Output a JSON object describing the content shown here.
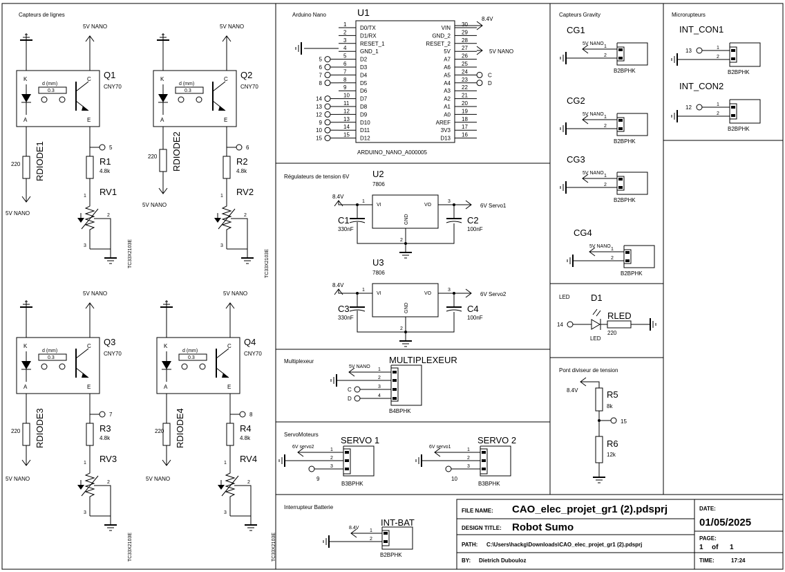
{
  "sections": {
    "capteurs_lignes": "Capteurs de lignes",
    "arduino_nano": "Arduino Nano",
    "capteurs_gravity": "Capteurs Gravity",
    "microrupteurs": "Microrupteurs",
    "regulateurs": "Régulateurs de tension 6V",
    "led": "LED",
    "multiplexeur": "Multiplexeur",
    "pont_diviseur": "Pont diviseur de tension",
    "servomoteurs": "ServoMoteurs",
    "interrupteur_batterie": "Interrupteur Batterie"
  },
  "common": {
    "net_5v_nano": "5V NANO",
    "net_8v4": "8.4V",
    "net_6v_servo1": "6V Servo1",
    "net_6v_servo2": "6V Servo2",
    "net_6v_servo2_lower": "6V servo2",
    "net_6v_servo1_lower": "6V servo1",
    "cny70": "CNY70",
    "pot_part": "TC33X2103E",
    "b2bphk": "B2BPHK",
    "b3bphk": "B3BPHK",
    "b4bphk": "B4BPHK",
    "d_mm": "d (mm)",
    "d_val": "0.3",
    "k": "K",
    "a": "A",
    "c": "C",
    "e": "E",
    "gnd": "GND",
    "vi": "VI",
    "vo": "VO",
    "part_7806": "7806",
    "r220": "220",
    "r4k8": "4.8k",
    "c330": "330nF",
    "c100": "100nF",
    "n1": "1",
    "n2": "2",
    "n3": "3",
    "n4": "4"
  },
  "sensors": [
    {
      "q": "Q1",
      "rdiode": "RDIODE1",
      "r": "R1",
      "rv": "RV1",
      "net": "5"
    },
    {
      "q": "Q2",
      "rdiode": "RDIODE2",
      "r": "R2",
      "rv": "RV2",
      "net": "6"
    },
    {
      "q": "Q3",
      "rdiode": "RDIODE3",
      "r": "R3",
      "rv": "RV3",
      "net": "7"
    },
    {
      "q": "Q4",
      "rdiode": "RDIODE4",
      "r": "R4",
      "rv": "RV4",
      "net": "8"
    }
  ],
  "arduino": {
    "ref": "U1",
    "part": "ARDUINO_NANO_A000005",
    "left_pins": [
      {
        "num": "1",
        "name": "D0/TX",
        "net": ""
      },
      {
        "num": "2",
        "name": "D1/RX",
        "net": ""
      },
      {
        "num": "3",
        "name": "RESET_1",
        "net": ""
      },
      {
        "num": "4",
        "name": "GND_1",
        "net": ""
      },
      {
        "num": "5",
        "name": "D2",
        "net": "5"
      },
      {
        "num": "6",
        "name": "D3",
        "net": "6"
      },
      {
        "num": "7",
        "name": "D4",
        "net": "7"
      },
      {
        "num": "8",
        "name": "D5",
        "net": "8"
      },
      {
        "num": "9",
        "name": "D6",
        "net": ""
      },
      {
        "num": "10",
        "name": "D7",
        "net": "14"
      },
      {
        "num": "11",
        "name": "D8",
        "net": "13"
      },
      {
        "num": "12",
        "name": "D9",
        "net": "12"
      },
      {
        "num": "13",
        "name": "D10",
        "net": "9"
      },
      {
        "num": "14",
        "name": "D11",
        "net": "10"
      },
      {
        "num": "15",
        "name": "D12",
        "net": "15"
      }
    ],
    "right_pins": [
      {
        "num": "30",
        "name": "VIN",
        "net": "8.4V"
      },
      {
        "num": "29",
        "name": "GND_2",
        "net": ""
      },
      {
        "num": "28",
        "name": "RESET_2",
        "net": ""
      },
      {
        "num": "27",
        "name": "5V",
        "net": "5V NANO"
      },
      {
        "num": "26",
        "name": "A7",
        "net": ""
      },
      {
        "num": "25",
        "name": "A6",
        "net": ""
      },
      {
        "num": "24",
        "name": "A5",
        "net": "C"
      },
      {
        "num": "23",
        "name": "A4",
        "net": "D"
      },
      {
        "num": "22",
        "name": "A3",
        "net": ""
      },
      {
        "num": "21",
        "name": "A2",
        "net": ""
      },
      {
        "num": "20",
        "name": "A1",
        "net": ""
      },
      {
        "num": "19",
        "name": "A0",
        "net": ""
      },
      {
        "num": "18",
        "name": "AREF",
        "net": ""
      },
      {
        "num": "17",
        "name": "3V3",
        "net": ""
      },
      {
        "num": "16",
        "name": "D13",
        "net": ""
      }
    ]
  },
  "gravity": [
    {
      "ref": "CG1"
    },
    {
      "ref": "CG2"
    },
    {
      "ref": "CG3"
    },
    {
      "ref": "CG4"
    }
  ],
  "switches": [
    {
      "ref": "INT_CON1",
      "net": "13"
    },
    {
      "ref": "INT_CON2",
      "net": "12"
    }
  ],
  "regulators": [
    {
      "u": "U2",
      "c_in": "C1",
      "c_out": "C2",
      "out_net": "6V Servo1"
    },
    {
      "u": "U3",
      "c_in": "C3",
      "c_out": "C4",
      "out_net": "6V Servo2"
    }
  ],
  "led": {
    "ref": "D1",
    "part": "LED",
    "r": "RLED",
    "r_val": "220",
    "net": "14"
  },
  "mux": {
    "ref": "MULTIPLEXEUR",
    "net_c": "C",
    "net_d": "D"
  },
  "divider": {
    "r5": "R5",
    "r5_val": "8k",
    "r6": "R6",
    "r6_val": "12k",
    "net": "15",
    "in": "8.4V"
  },
  "servos": [
    {
      "ref": "SERVO 1",
      "vnet": "6V servo2",
      "sig": "9"
    },
    {
      "ref": "SERVO 2",
      "vnet": "6V servo1",
      "sig": "10"
    }
  ],
  "battery": {
    "ref": "INT-BAT",
    "vnet": "8.4V"
  },
  "title_block": {
    "file_name_label": "FILE NAME:",
    "file_name": "CAO_elec_projet_gr1 (2).pdsprj",
    "date_label": "DATE:",
    "date": "01/05/2025",
    "design_title_label": "DESIGN TITLE:",
    "design_title": "Robot Sumo",
    "page_label": "PAGE:",
    "page": "1",
    "of": "of",
    "pages": "1",
    "path_label": "PATH:",
    "path": "C:\\Users\\hackg\\Downloads\\CAO_elec_projet_gr1 (2).pdsprj",
    "by_label": "BY:",
    "by": "Dietrich Dubouloz",
    "time_label": "TIME:",
    "time": "17:24"
  },
  "colors": {
    "ink": "#000000",
    "paper": "#ffffff"
  }
}
